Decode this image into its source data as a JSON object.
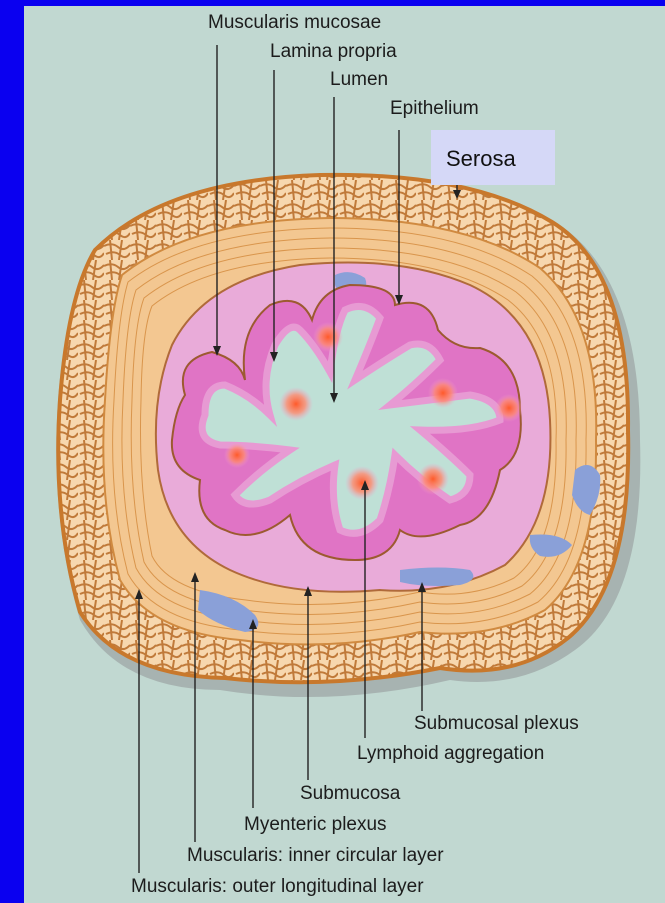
{
  "labels": {
    "muscularis_mucosae": "Muscularis mucosae",
    "lamina_propria": "Lamina propria",
    "lumen": "Lumen",
    "epithelium": "Epithelium",
    "serosa": "Serosa",
    "submucosal_plexus": "Submucosal plexus",
    "lymphoid_aggregation": "Lymphoid aggregation",
    "submucosa": "Submucosa",
    "myenteric_plexus": "Myenteric plexus",
    "inner_circular": "Muscularis: inner circular layer",
    "outer_longitudinal": "Muscularis: outer longitudinal layer"
  },
  "colors": {
    "frame": "#0a00f0",
    "background": "#c1d8d1",
    "outer_muscle": "#e3a25a",
    "circular_muscle": "#f2c58e",
    "submucosa": "#e7a8d8",
    "mucosa": "#e07ac8",
    "lumen": "#bfe0d6",
    "serosa_box": "#d5d8f7",
    "lymphoid": "#ff6a3a"
  }
}
